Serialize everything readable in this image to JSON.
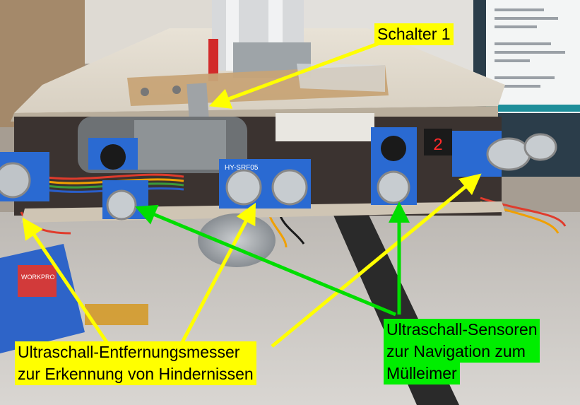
{
  "labels": {
    "switch": "Schalter 1",
    "rangefinder": [
      "Ultraschall-Entfernungsmesser",
      "zur Erkennung von Hindernissen"
    ],
    "navigation": [
      "Ultraschall-Sensoren",
      "zur Navigation zum",
      "Mülleimer"
    ]
  },
  "sensor_marking": "HY-SRF05",
  "display_digit": "2",
  "tool_label": "WORKPRO",
  "colors": {
    "yellow_label": "#ffff00",
    "green_label": "#00ee00",
    "yellow_arrow": "#ffff00",
    "green_arrow": "#00dd00"
  }
}
